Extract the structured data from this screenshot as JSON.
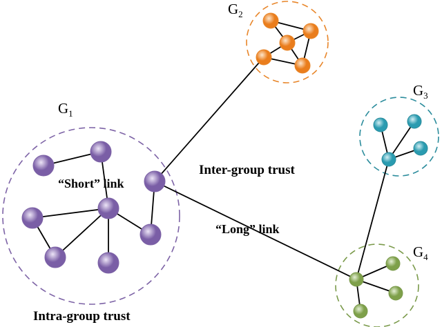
{
  "labels": {
    "inter_group": "Inter-group trust",
    "intra_group": "Intra-group trust",
    "short_link": "“Short” link",
    "long_link": "“Long” link"
  },
  "groups": [
    {
      "id": "g1",
      "letter": "G",
      "subscript": "1",
      "color": "#7d63a6",
      "fill_light": "#ece4f6",
      "fill_dark": "#7a5ea6",
      "nodes": [
        {
          "id": "a"
        },
        {
          "id": "b"
        },
        {
          "id": "c"
        },
        {
          "id": "d"
        },
        {
          "id": "e"
        },
        {
          "id": "f"
        },
        {
          "id": "g"
        },
        {
          "id": "h"
        }
      ],
      "edges": [
        [
          "a",
          "b"
        ],
        [
          "b",
          "d"
        ],
        [
          "d",
          "e"
        ],
        [
          "d",
          "f"
        ],
        [
          "d",
          "g"
        ],
        [
          "d",
          "h"
        ],
        [
          "e",
          "f"
        ],
        [
          "c",
          "h"
        ]
      ]
    },
    {
      "id": "g2",
      "letter": "G",
      "subscript": "2",
      "color": "#e8862a",
      "fill_light": "#fde6cc",
      "fill_dark": "#ea7d1c",
      "nodes": [
        {
          "id": "a"
        },
        {
          "id": "b"
        },
        {
          "id": "c"
        },
        {
          "id": "d"
        },
        {
          "id": "e"
        }
      ],
      "edges": [
        [
          "a",
          "b"
        ],
        [
          "a",
          "c"
        ],
        [
          "b",
          "c"
        ],
        [
          "c",
          "d"
        ],
        [
          "c",
          "e"
        ],
        [
          "b",
          "e"
        ],
        [
          "d",
          "e"
        ]
      ]
    },
    {
      "id": "g3",
      "letter": "G",
      "subscript": "3",
      "color": "#2b8c9c",
      "fill_light": "#d3eef3",
      "fill_dark": "#2a9bb0",
      "nodes": [
        {
          "id": "a"
        },
        {
          "id": "b"
        },
        {
          "id": "c"
        },
        {
          "id": "d"
        }
      ],
      "edges": [
        [
          "a",
          "d"
        ],
        [
          "b",
          "d"
        ],
        [
          "c",
          "d"
        ]
      ]
    },
    {
      "id": "g4",
      "letter": "G",
      "subscript": "4",
      "color": "#7a9a4a",
      "fill_light": "#e4efd4",
      "fill_dark": "#7ea04a",
      "nodes": [
        {
          "id": "a"
        },
        {
          "id": "b"
        },
        {
          "id": "c"
        },
        {
          "id": "d"
        }
      ],
      "edges": [
        [
          "a",
          "b"
        ],
        [
          "a",
          "c"
        ],
        [
          "a",
          "d"
        ]
      ]
    }
  ],
  "cross_links": [
    {
      "from": "g1.c",
      "to": "g2.d"
    },
    {
      "from": "g1.c",
      "to": "g4.a"
    },
    {
      "from": "g3.d",
      "to": "g4.a"
    }
  ]
}
